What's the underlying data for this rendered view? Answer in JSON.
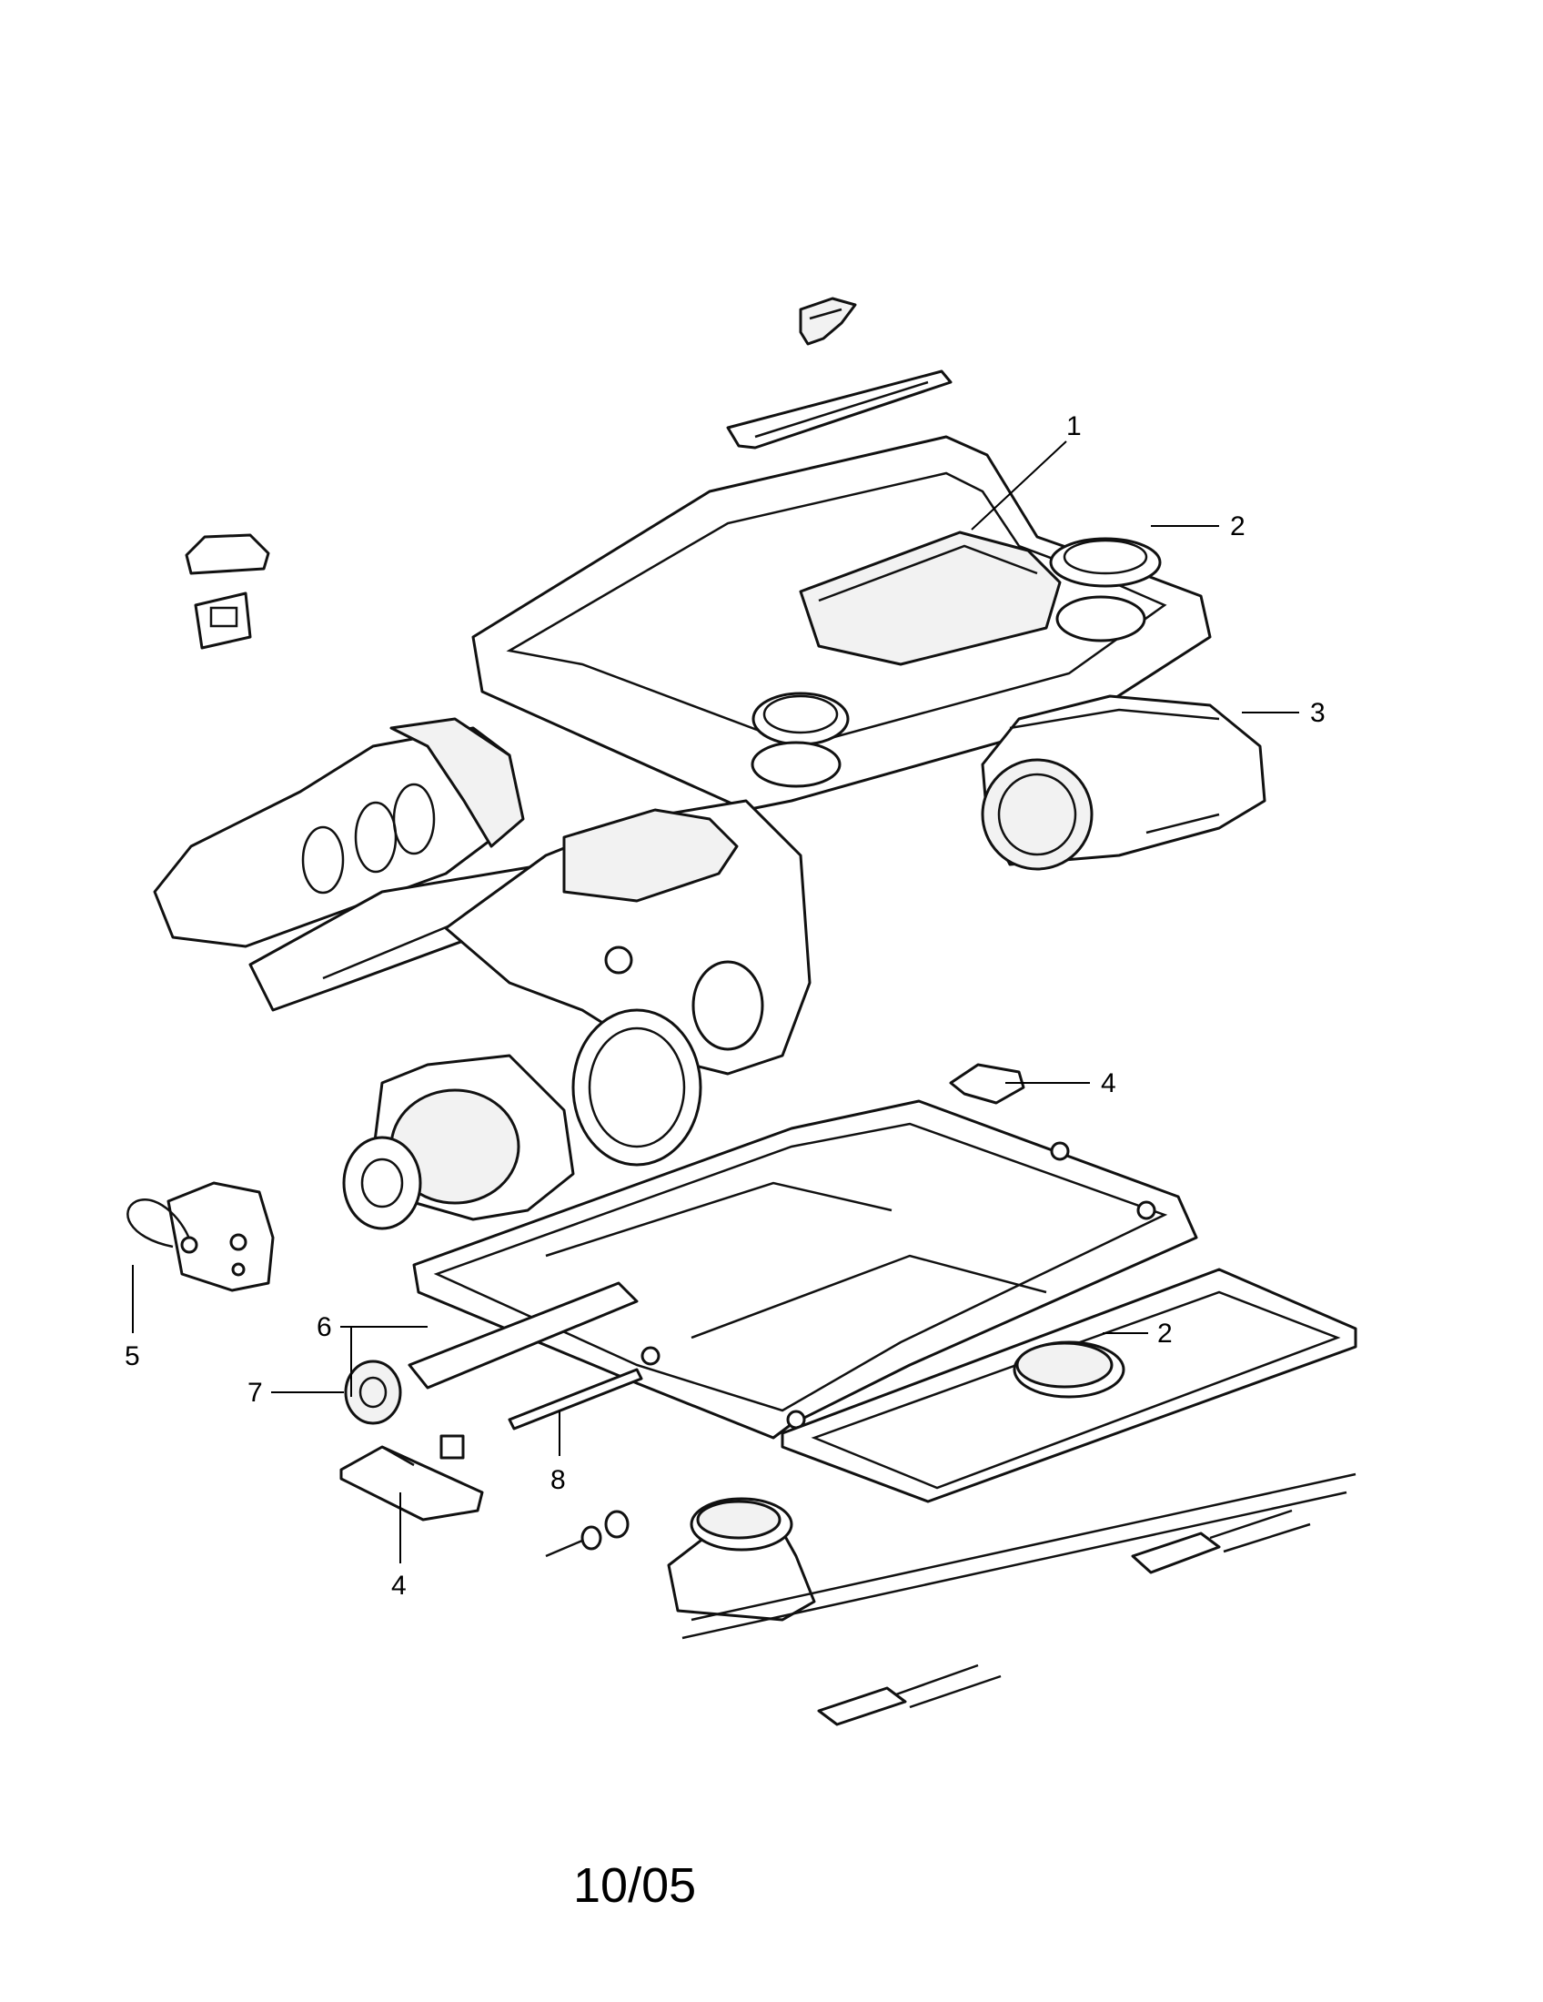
{
  "callouts": [
    {
      "id": "c1",
      "label": "1"
    },
    {
      "id": "c2a",
      "label": "2"
    },
    {
      "id": "c3",
      "label": "3"
    },
    {
      "id": "c4a",
      "label": "4"
    },
    {
      "id": "c5",
      "label": "5"
    },
    {
      "id": "c6",
      "label": "6"
    },
    {
      "id": "c7",
      "label": "7"
    },
    {
      "id": "c2b",
      "label": "2"
    },
    {
      "id": "c8",
      "label": "8"
    },
    {
      "id": "c4b",
      "label": "4"
    }
  ],
  "footer": {
    "date_code": "10/05"
  }
}
